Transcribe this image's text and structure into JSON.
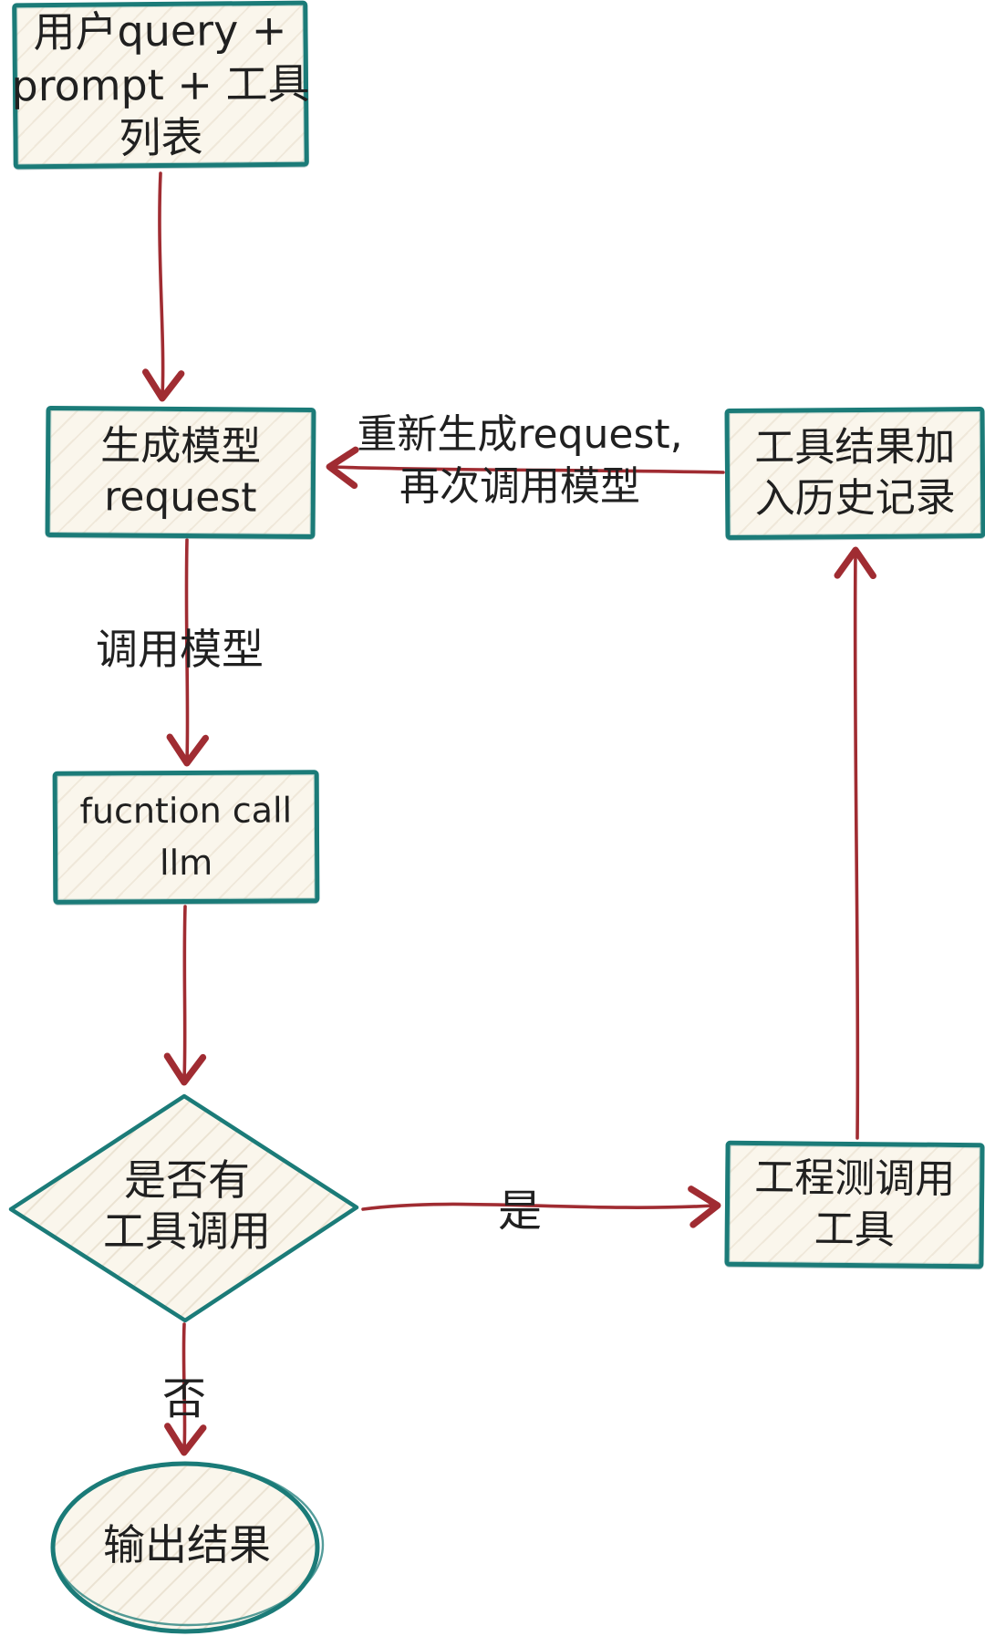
{
  "nodes": {
    "input": {
      "lines": [
        "用户query +",
        "prompt + 工具",
        "列表"
      ]
    },
    "gen_request": {
      "lines": [
        "生成模型",
        "request"
      ]
    },
    "llm": {
      "lines": [
        "fucntion call",
        "llm"
      ]
    },
    "decision": {
      "lines": [
        "是否有",
        "工具调用"
      ]
    },
    "call_tool": {
      "lines": [
        "工程测调用",
        "工具"
      ]
    },
    "history": {
      "lines": [
        "工具结果加",
        "入历史记录"
      ]
    },
    "output": {
      "lines": [
        "输出结果"
      ]
    }
  },
  "edge_labels": {
    "call_model": "调用模型",
    "regenerate_line1": "重新生成request,",
    "regenerate_line2": "再次调用模型",
    "yes": "是",
    "no": "否"
  },
  "colors": {
    "border_teal": "#1b7b78",
    "arrow_red": "#a02c32",
    "fill_cream": "#faf6ec",
    "text_dark": "#202020",
    "background": "#ffffff"
  }
}
